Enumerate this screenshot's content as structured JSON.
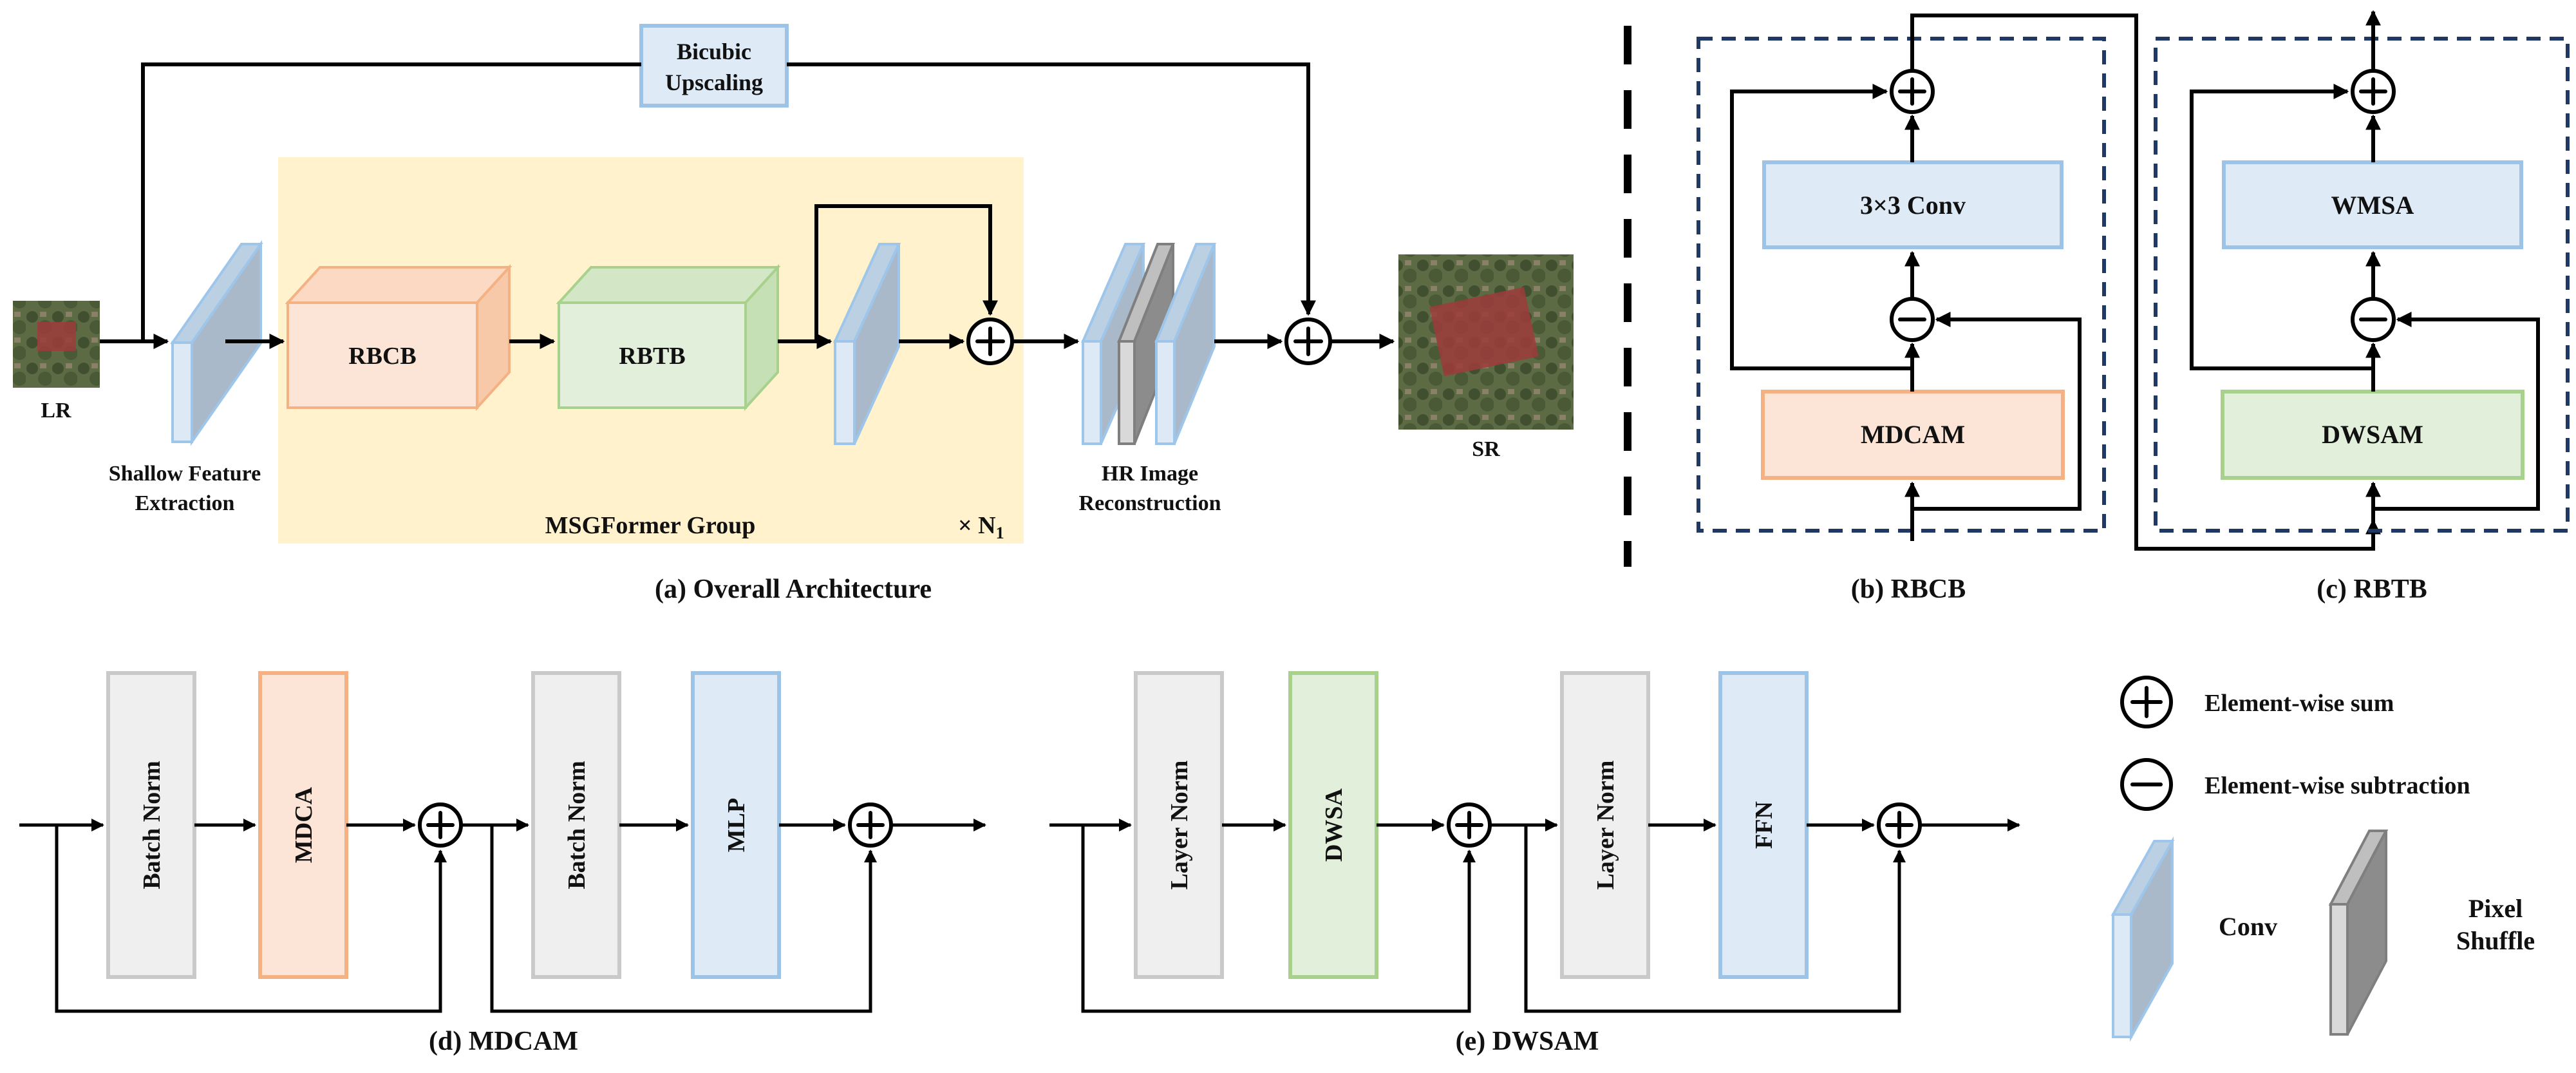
{
  "colors": {
    "conv_front": "#dde9f5",
    "conv_side": "#a9b9c9",
    "conv_edge": "#9ec6ea",
    "orange_fill": "#fce4d6",
    "orange_edge": "#f4b183",
    "green_fill": "#e2efda",
    "green_edge": "#a9d18e",
    "blue_fill": "#deebf7",
    "blue_edge": "#9dc3e6",
    "gray_fill": "#efefef",
    "gray_edge": "#c9c9c9",
    "group_bg": "#fff2cc",
    "dash_box": "#1f3864",
    "shuffle_front": "#d9d9d9",
    "shuffle_side": "#8c8c8c"
  },
  "overall": {
    "caption": "(a) Overall Architecture",
    "lr_label": "LR",
    "sr_label": "SR",
    "bicubic_line1": "Bicubic",
    "bicubic_line2": "Upscaling",
    "shallow_line1": "Shallow Feature",
    "shallow_line2": "Extraction",
    "rbcb": "RBCB",
    "rbtb": "RBTB",
    "group_label": "MSGFormer Group",
    "repeat_label": "× N",
    "repeat_sub": "1",
    "hr_line1": "HR Image",
    "hr_line2": "Reconstruction"
  },
  "rbcb_panel": {
    "caption": "(b) RBCB",
    "top_block": "3×3 Conv",
    "bottom_block": "MDCAM"
  },
  "rbtb_panel": {
    "caption": "(c) RBTB",
    "top_block": "WMSA",
    "bottom_block": "DWSAM"
  },
  "mdcam": {
    "caption": "(d) MDCAM",
    "blocks": [
      "Batch Norm",
      "MDCA",
      "Batch Norm",
      "MLP"
    ]
  },
  "dwsam": {
    "caption": "(e) DWSAM",
    "blocks": [
      "Layer Norm",
      "DWSA",
      "Layer Norm",
      "FFN"
    ]
  },
  "legend": {
    "sum": "Element-wise sum",
    "sub": "Element-wise subtraction",
    "conv": "Conv",
    "shuffle_line1": "Pixel",
    "shuffle_line2": "Shuffle"
  },
  "images": {
    "lr_icon": "aerial-photo-small",
    "sr_icon": "aerial-photo-large"
  }
}
